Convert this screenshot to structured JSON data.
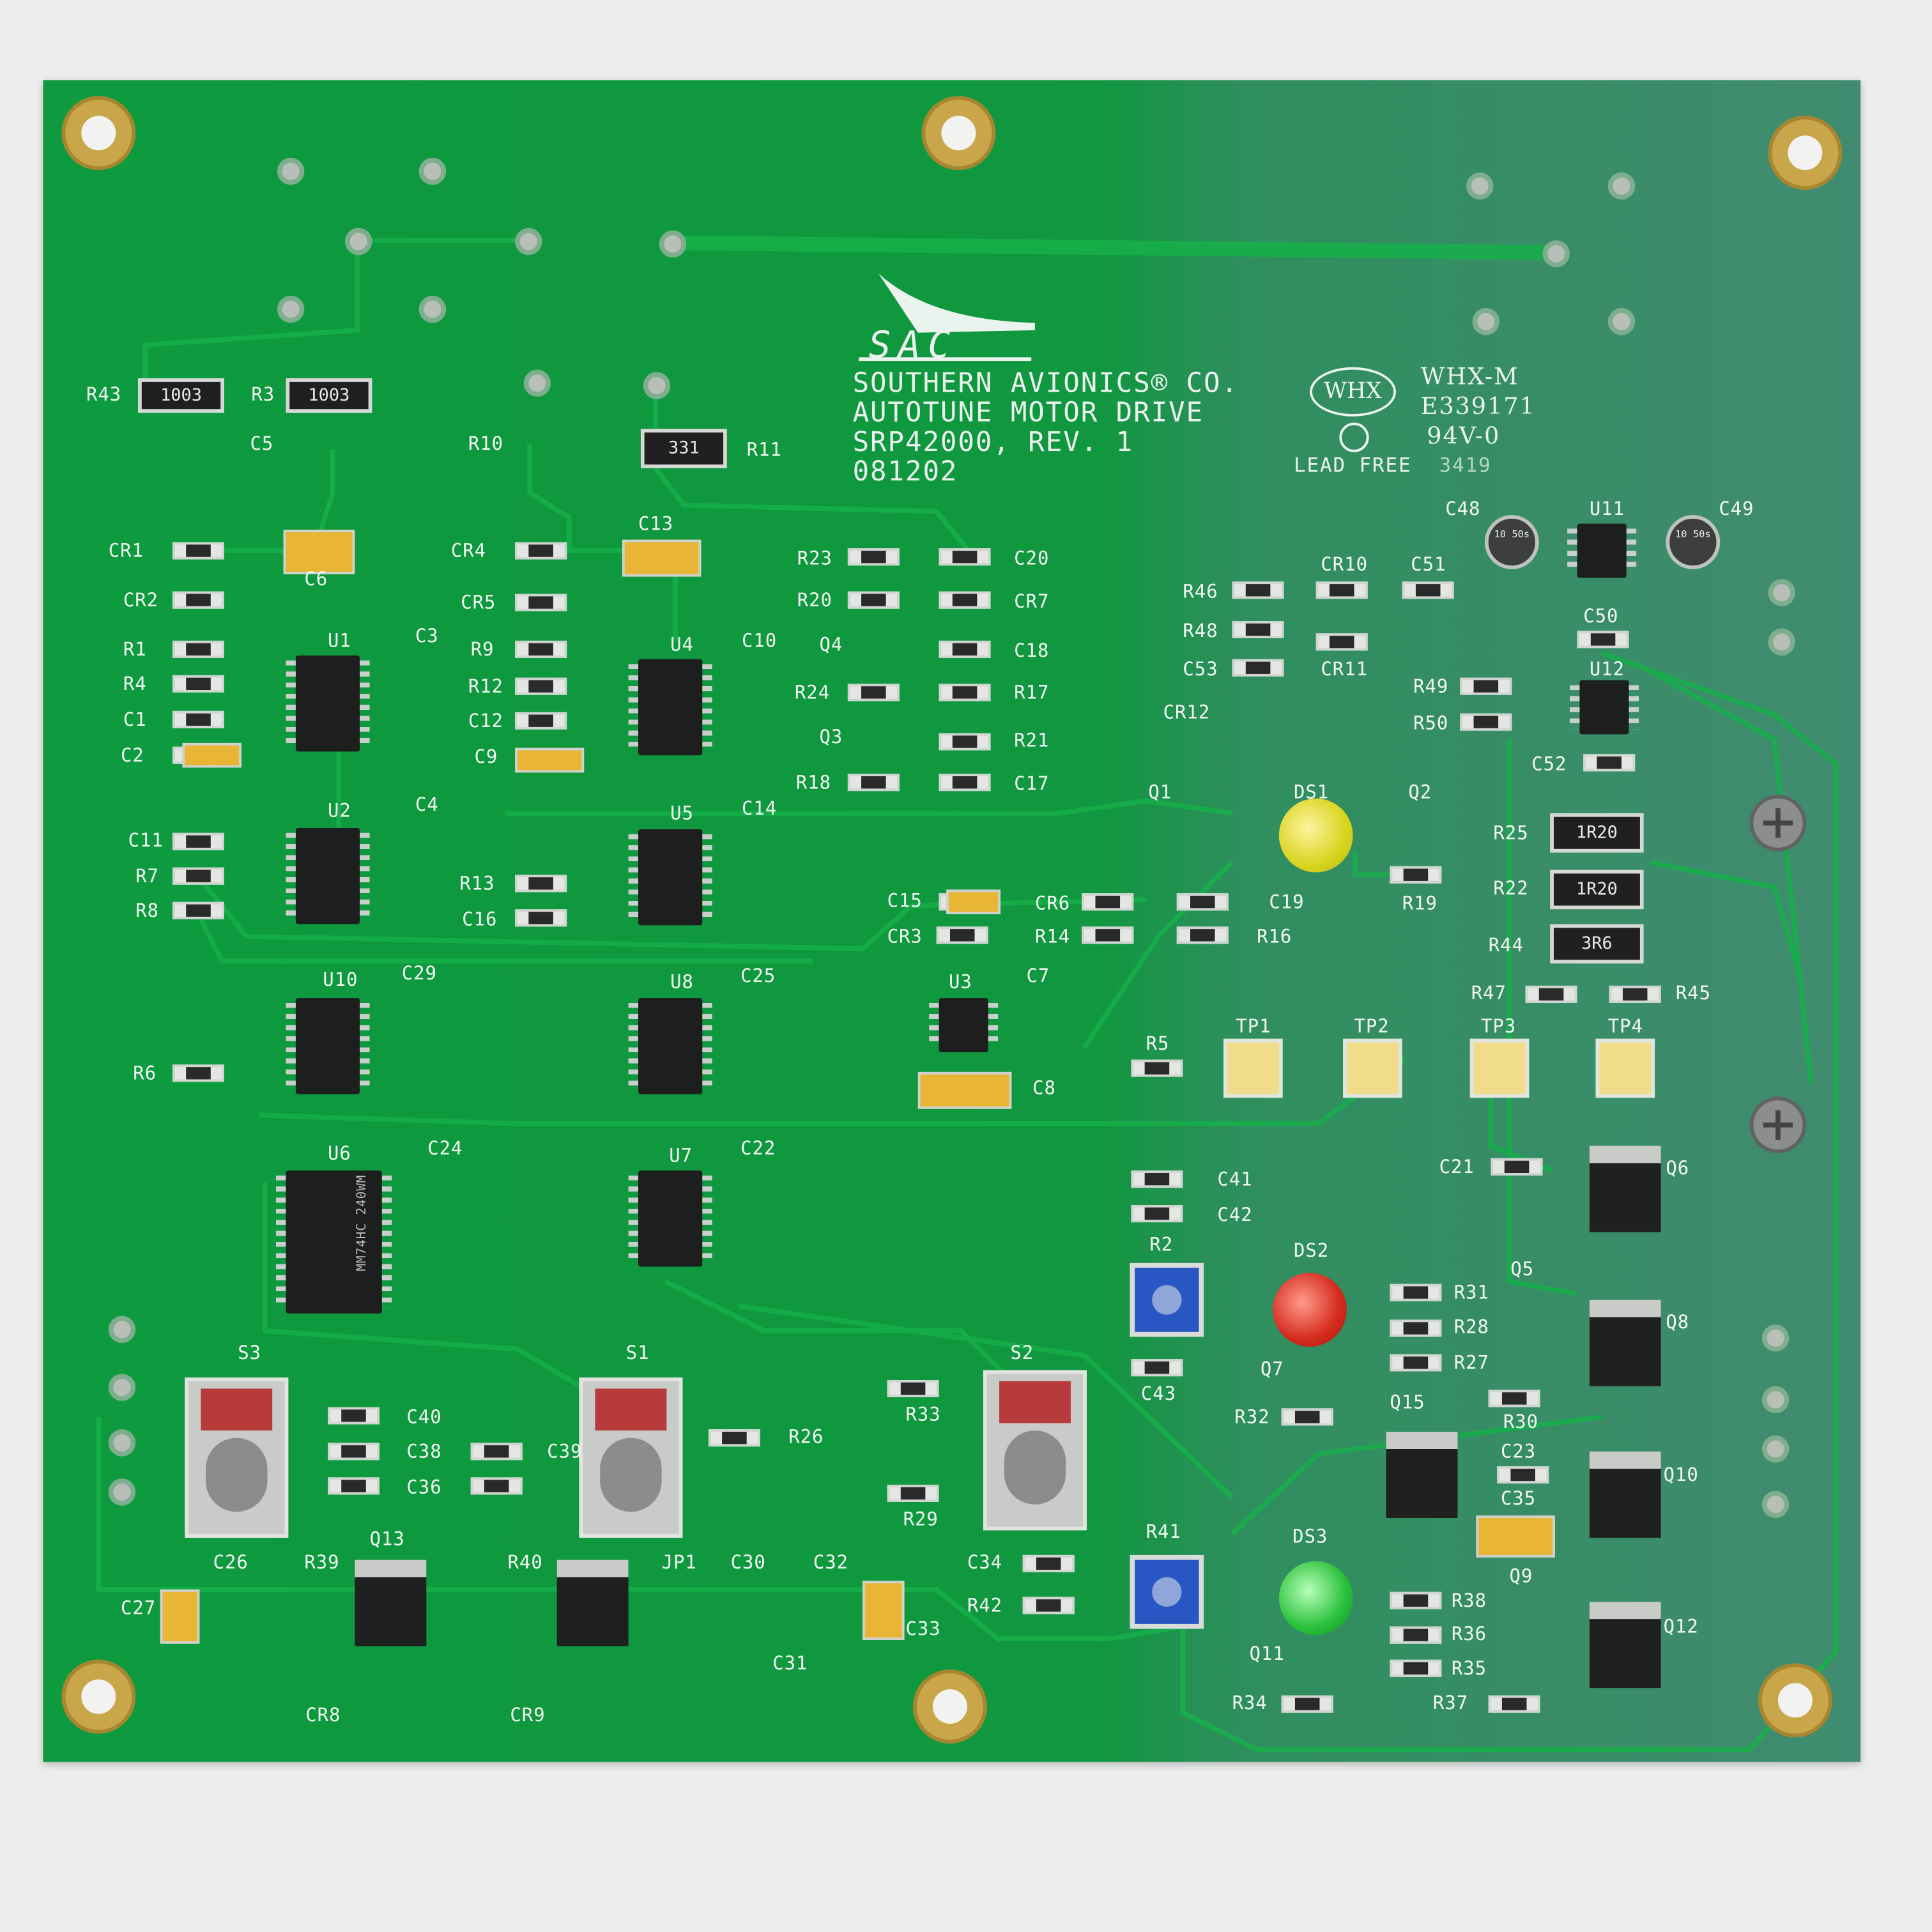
{
  "board": {
    "company_line": "SOUTHERN AVIONICS® CO.",
    "product_line": "AUTOTUNE MOTOR DRIVE",
    "part_line": "SRP42000, REV. 1",
    "date_code": "081202",
    "logo_text": "SAC",
    "whx_logo": "WHX",
    "whx_model": "WHX-M",
    "ul_number": "E339171",
    "flammability": "94V-0",
    "lead_free": "LEAD FREE",
    "week_code": "3419",
    "colors": {
      "solder_mask_left": "#0e9a3e",
      "solder_mask_right": "#418c70",
      "silkscreen": "#f2f7f2",
      "gold_pad": "#c9a64a"
    }
  },
  "part_markings": {
    "R43": "1003",
    "R3": "1003",
    "R11": "331",
    "R25": "1R20",
    "R22": "1R20",
    "R44": "3R6",
    "U6": "MM74HC 240WM",
    "C48": "10 50s",
    "C49": "10 50s"
  },
  "labels": [
    "R43",
    "R3",
    "C5",
    "R10",
    "R11",
    "CR1",
    "C6",
    "CR4",
    "C13",
    "CR2",
    "CR5",
    "R1",
    "U1",
    "C3",
    "R9",
    "U4",
    "C10",
    "R4",
    "R12",
    "C1",
    "C12",
    "C2",
    "C9",
    "U2",
    "C4",
    "U5",
    "C14",
    "C11",
    "R7",
    "R13",
    "R8",
    "C16",
    "R23",
    "C20",
    "R20",
    "CR7",
    "Q4",
    "C18",
    "R24",
    "R17",
    "Q3",
    "R21",
    "R18",
    "C17",
    "Q1",
    "DS1",
    "Q2",
    "C15",
    "CR6",
    "C19",
    "CR3",
    "R14",
    "R16",
    "R19",
    "U10",
    "C29",
    "U8",
    "C25",
    "U3",
    "C7",
    "R6",
    "C8",
    "R5",
    "TP1",
    "TP2",
    "TP3",
    "TP4",
    "U6",
    "C24",
    "U7",
    "C22",
    "C41",
    "C42",
    "R2",
    "DS2",
    "R31",
    "Q5",
    "R28",
    "Q8",
    "R27",
    "Q7",
    "C43",
    "R32",
    "R30",
    "Q15",
    "C23",
    "C35",
    "Q10",
    "S3",
    "S1",
    "S2",
    "C40",
    "C38",
    "C36",
    "C39",
    "R26",
    "R33",
    "R29",
    "C34",
    "R41",
    "DS3",
    "R38",
    "R36",
    "R35",
    "Q9",
    "Q12",
    "Q11",
    "R34",
    "R37",
    "R42",
    "C26",
    "C27",
    "R39",
    "Q13",
    "R40",
    "JP1",
    "C30",
    "C32",
    "C31",
    "C33",
    "CR8",
    "CR9",
    "R46",
    "CR10",
    "C51",
    "R48",
    "CR11",
    "C53",
    "CR12",
    "C48",
    "U11",
    "C49",
    "C50",
    "U12",
    "R49",
    "R50",
    "C52",
    "R25",
    "R22",
    "R44",
    "R47",
    "R45",
    "C21",
    "Q6"
  ]
}
